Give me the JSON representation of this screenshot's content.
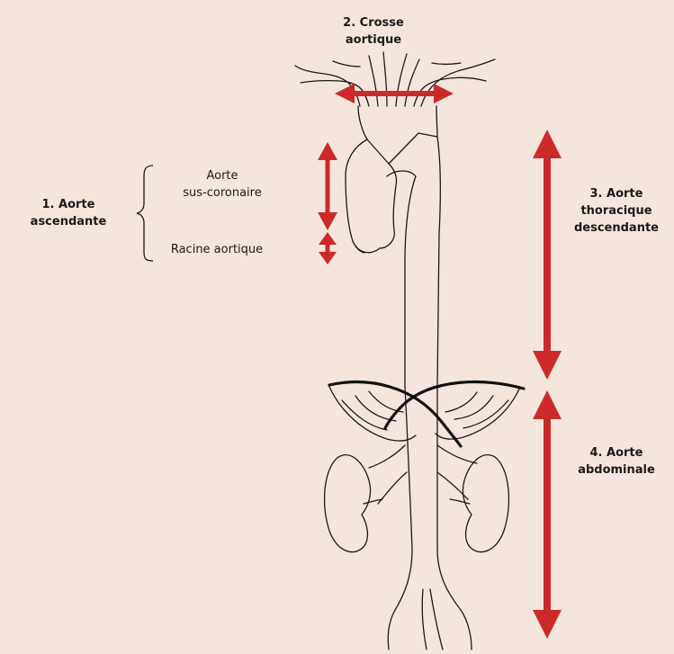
{
  "labels": {
    "crosse": [
      "2. Crosse",
      "aortique"
    ],
    "ascendante": [
      "1. Aorte",
      "ascendante"
    ],
    "sus_coronaire": [
      "Aorte",
      "sus-coronaire"
    ],
    "racine": [
      "Racine aortique"
    ],
    "thoracique": [
      "3. Aorte",
      "thoracique",
      "descendante"
    ],
    "abdominale": [
      "4. Aorte",
      "abdominale"
    ]
  },
  "colors": {
    "background": "#f4e6dc",
    "arrow": "#cc2a2a",
    "outline": "#1a1a1a"
  }
}
